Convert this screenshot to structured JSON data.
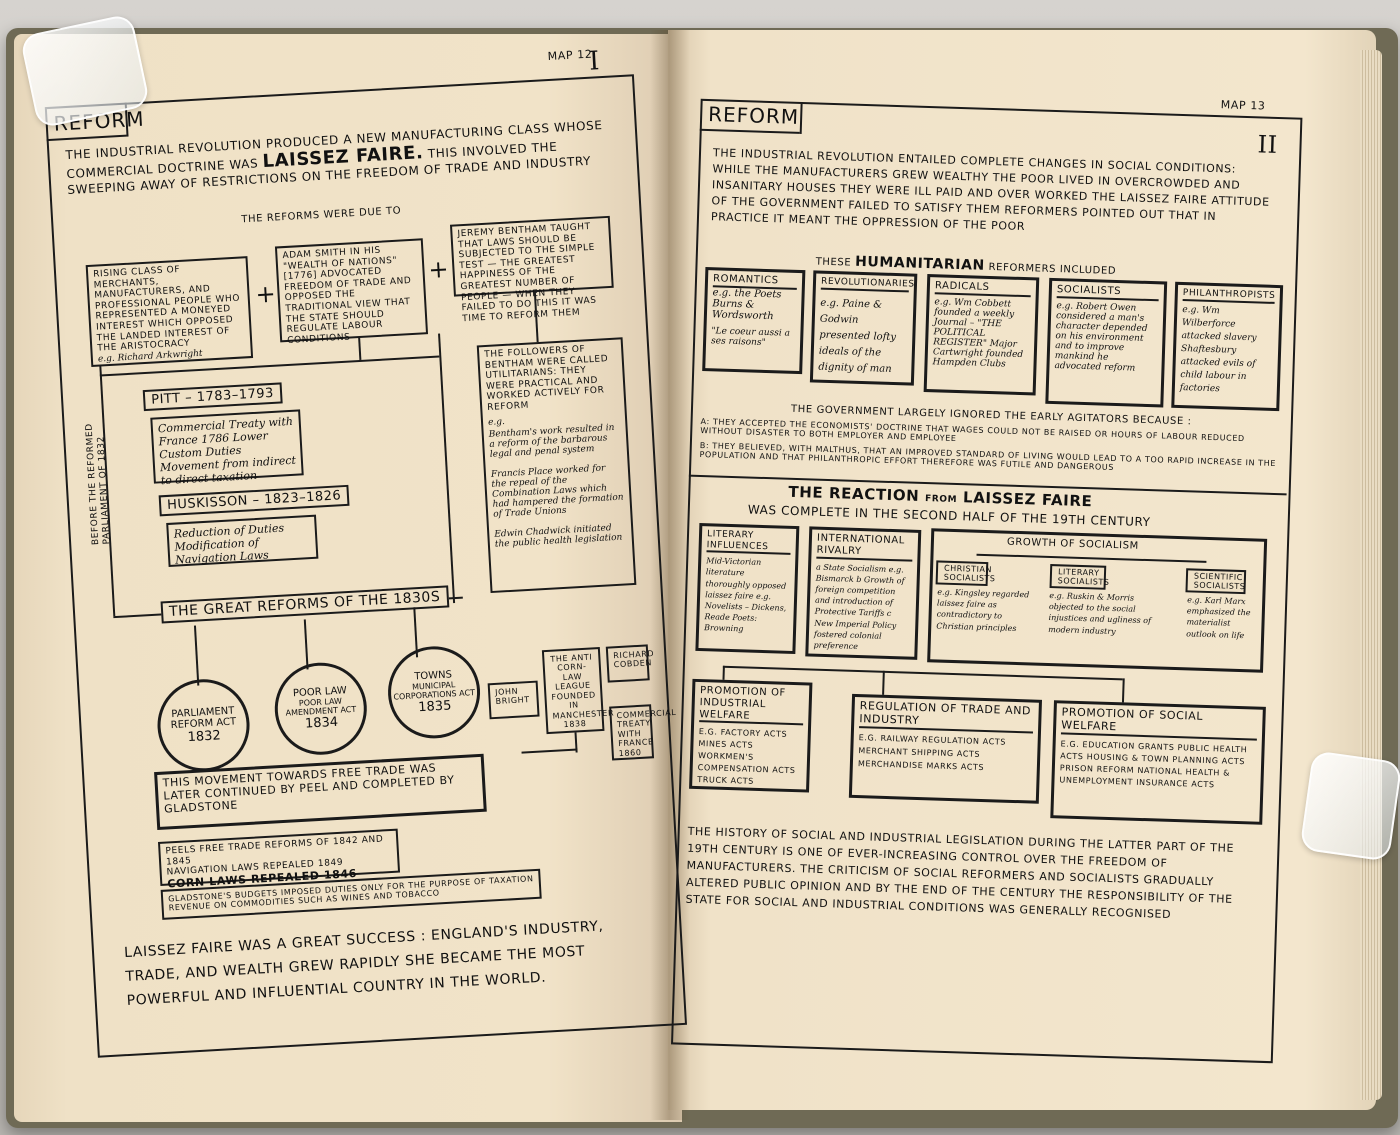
{
  "left": {
    "map_no": "MAP 12",
    "roman": "I",
    "title": "REFORM",
    "intro_a": "THE INDUSTRIAL REVOLUTION PRODUCED A NEW MANUFACTURING CLASS WHOSE",
    "intro_b": "COMMERCIAL DOCTRINE WAS",
    "intro_big": "LAISSEZ FAIRE.",
    "intro_c": "THIS INVOLVED THE",
    "intro_d": "SWEEPING AWAY OF RESTRICTIONS ON THE FREEDOM OF TRADE AND INDUSTRY",
    "reforms_due": "THE REFORMS WERE DUE TO",
    "rising_class": "RISING CLASS OF MERCHANTS, MANUFACTURERS, AND PROFESSIONAL PEOPLE WHO REPRESENTED A MONEYED INTEREST WHICH OPPOSED THE LANDED INTEREST OF THE ARISTOCRACY",
    "rising_eg": "e.g. Richard Arkwright",
    "adam_smith": "ADAM SMITH IN HIS \"WEALTH OF NATIONS\" [1776] ADVOCATED FREEDOM OF TRADE AND OPPOSED THE TRADITIONAL VIEW THAT THE STATE SHOULD REGULATE LABOUR CONDITIONS",
    "bentham": "JEREMY BENTHAM TAUGHT THAT LAWS SHOULD BE SUBJECTED TO THE SIMPLE TEST — THE GREATEST HAPPINESS OF THE GREATEST NUMBER OF PEOPLE — WHEN THEY FAILED TO DO THIS IT WAS TIME TO REFORM THEM",
    "plus": "+",
    "pitt": "PITT – 1783–1793",
    "pitt_text": "Commercial Treaty with France 1786 Lower Custom Duties Movement from indirect to direct taxation",
    "side_label": "BEFORE THE REFORMED PARLIAMENT OF 1832",
    "huskisson": "HUSKISSON – 1823–1826",
    "husk_text": "Reduction of Duties Modification of Navigation Laws",
    "followers_title": "THE FOLLOWERS OF BENTHAM WERE CALLED UTILITARIANS: THEY WERE PRACTICAL AND WORKED ACTIVELY FOR REFORM",
    "followers_eg": "e.g.",
    "followers_1": "Bentham's work resulted in a reform of the barbarous legal and penal system",
    "followers_2": "Francis Place worked for the repeal of the Combination Laws which had hampered the formation of Trade Unions",
    "followers_3": "Edwin Chadwick initiated the public health legislation",
    "great_reforms": "THE GREAT REFORMS OF THE 1830s",
    "c1_a": "PARLIAMENT",
    "c1_b": "REFORM ACT",
    "c1_c": "1832",
    "c2_a": "POOR LAW",
    "c2_b": "POOR LAW AMENDMENT ACT",
    "c2_c": "1834",
    "c3_a": "TOWNS",
    "c3_b": "MUNICIPAL CORPORATIONS ACT",
    "c3_c": "1835",
    "john_bright": "JOHN BRIGHT",
    "anti_corn": "THE ANTI CORN-LAW LEAGUE founded in MANCHESTER 1838",
    "cobden": "RICHARD COBDEN",
    "commercial_treaty": "COMMERCIAL TREATY with FRANCE 1860",
    "movement": "THIS MOVEMENT TOWARDS FREE TRADE WAS LATER CONTINUED BY PEEL AND COMPLETED BY GLADSTONE",
    "peel_1": "PEELS FREE TRADE REFORMS OF 1842 AND 1845",
    "peel_2": "NAVIGATION LAWS REPEALED 1849",
    "peel_3": "CORN LAWS REPEALED 1846",
    "gladstone": "GLADSTONE'S BUDGETS IMPOSED DUTIES ONLY FOR THE PURPOSE OF TAXATION REVENUE ON COMMODITIES SUCH AS WINES AND TOBACCO",
    "conclusion": "LAISSEZ FAIRE WAS A GREAT SUCCESS : ENGLAND'S INDUSTRY, TRADE, AND WEALTH GREW RAPIDLY SHE BECAME THE MOST POWERFUL AND INFLUENTIAL COUNTRY IN THE WORLD."
  },
  "right": {
    "map_no": "MAP 13",
    "roman": "II",
    "title": "REFORM",
    "intro": "THE INDUSTRIAL REVOLUTION ENTAILED COMPLETE CHANGES IN SOCIAL CONDITIONS: WHILE THE MANUFACTURERS GREW WEALTHY THE POOR LIVED IN OVERCROWDED AND INSANITARY HOUSES THEY WERE ILL PAID AND OVER WORKED THE LAISSEZ FAIRE ATTITUDE OF THE GOVERNMENT FAILED TO SATISFY THEM REFORMERS POINTED OUT THAT IN PRACTICE IT MEANT THE OPPRESSION OF THE POOR",
    "humanitarian_a": "THESE",
    "humanitarian_b": "HUMANITARIAN",
    "humanitarian_c": "REFORMERS INCLUDED",
    "romantics": "ROMANTICS",
    "romantics_text": "e.g. the Poets Burns & Wordsworth",
    "romantics_quote": "\"Le coeur aussi a ses raisons\"",
    "revolutionaries": "REVOLUTIONARIES",
    "revolutionaries_text": "e.g. Paine & Godwin presented lofty ideals of the dignity of man",
    "radicals": "RADICALS",
    "radicals_text": "e.g. Wm Cobbett founded a weekly Journal – \"THE POLITICAL REGISTER\" Major Cartwright founded Hampden Clubs",
    "socialists": "SOCIALISTS",
    "socialists_text": "e.g. Robert Owen considered a man's character depended on his environment and to improve mankind he advocated reform",
    "philanthropists": "PHILANTHROPISTS",
    "philanthropists_text": "e.g. Wm Wilberforce attacked slavery Shaftesbury attacked evils of child labour in factories",
    "govt": "THE GOVERNMENT LARGELY IGNORED THE EARLY AGITATORS BECAUSE :",
    "govt_a": "A: THEY ACCEPTED THE ECONOMISTS' DOCTRINE THAT WAGES COULD NOT BE RAISED OR HOURS OF LABOUR REDUCED WITHOUT DISASTER TO BOTH EMPLOYER AND EMPLOYEE",
    "govt_b": "B: THEY BELIEVED, WITH MALTHUS, THAT AN IMPROVED STANDARD OF LIVING WOULD LEAD TO A TOO RAPID INCREASE IN THE POPULATION AND THAT PHILANTHROPIC EFFORT THEREFORE WAS FUTILE AND DANGEROUS",
    "reaction_a": "THE REACTION",
    "reaction_b": "FROM",
    "reaction_c": "LAISSEZ FAIRE",
    "reaction_d": "WAS COMPLETE IN THE SECOND HALF OF THE 19th CENTURY",
    "literary": "LITERARY INFLUENCES",
    "literary_text": "Mid-Victorian literature thoroughly opposed laissez faire e.g. Novelists – Dickens, Reade Poets: Browning",
    "intl": "INTERNATIONAL RIVALRY",
    "intl_text": "a State Socialism e.g. Bismarck b Growth of foreign competition and introduction of Protective Tariffs c New Imperial Policy fostered colonial preference",
    "growth": "GROWTH OF SOCIALISM",
    "christian": "CHRISTIAN SOCIALISTS",
    "christian_text": "e.g. Kingsley regarded laissez faire as contradictory to Christian principles",
    "lit_soc": "LITERARY SOCIALISTS",
    "lit_soc_text": "e.g. Ruskin & Morris objected to the social injustices and ugliness of modern industry",
    "sci_soc": "SCIENTIFIC SOCIALISTS",
    "sci_soc_text": "e.g. Karl Marx emphasized the materialist outlook on life",
    "ind_welfare": "PROMOTION OF INDUSTRIAL WELFARE",
    "ind_welfare_text": "e.g. FACTORY ACTS MINES ACTS WORKMEN'S COMPENSATION ACTS TRUCK ACTS",
    "regulation": "REGULATION OF TRADE AND INDUSTRY",
    "regulation_text": "e.g. RAILWAY REGULATION ACTS MERCHANT SHIPPING ACTS MERCHANDISE MARKS ACTS",
    "soc_welfare": "PROMOTION OF SOCIAL WELFARE",
    "soc_welfare_text": "e.g. EDUCATION GRANTS PUBLIC HEALTH ACTS HOUSING & TOWN PLANNING ACTS PRISON REFORM NATIONAL HEALTH & UNEMPLOYMENT INSURANCE ACTS",
    "conclusion": "THE HISTORY OF SOCIAL AND INDUSTRIAL LEGISLATION DURING THE LATTER PART OF THE 19th CENTURY IS ONE OF EVER-INCREASING CONTROL OVER THE FREEDOM OF MANUFACTURERS. THE CRITICISM OF SOCIAL REFORMERS AND SOCIALISTS GRADUALLY ALTERED PUBLIC OPINION AND BY THE END OF THE CENTURY THE RESPONSIBILITY OF THE STATE FOR SOCIAL AND INDUSTRIAL CONDITIONS WAS GENERALLY RECOGNISED"
  }
}
